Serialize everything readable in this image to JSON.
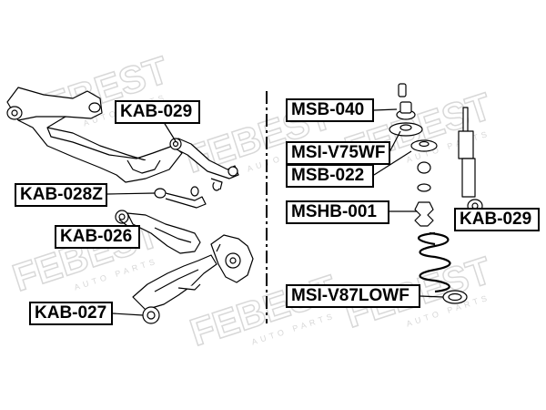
{
  "watermark": {
    "brand": "FEBEST",
    "tagline": "AUTO PARTS"
  },
  "labels": {
    "kab_029_left": "KAB-029",
    "kab_028z": "KAB-028Z",
    "kab_026": "KAB-026",
    "kab_027": "KAB-027",
    "msb_040": "MSB-040",
    "msi_v75wf": "MSI-V75WF",
    "msb_022": "MSB-022",
    "mshb_001": "MSHB-001",
    "kab_029_right": "KAB-029",
    "msi_v87lowf": "MSI-V87LOWF"
  },
  "colors": {
    "line": "#000000",
    "watermark": "#d9d9d9",
    "background": "#ffffff"
  }
}
